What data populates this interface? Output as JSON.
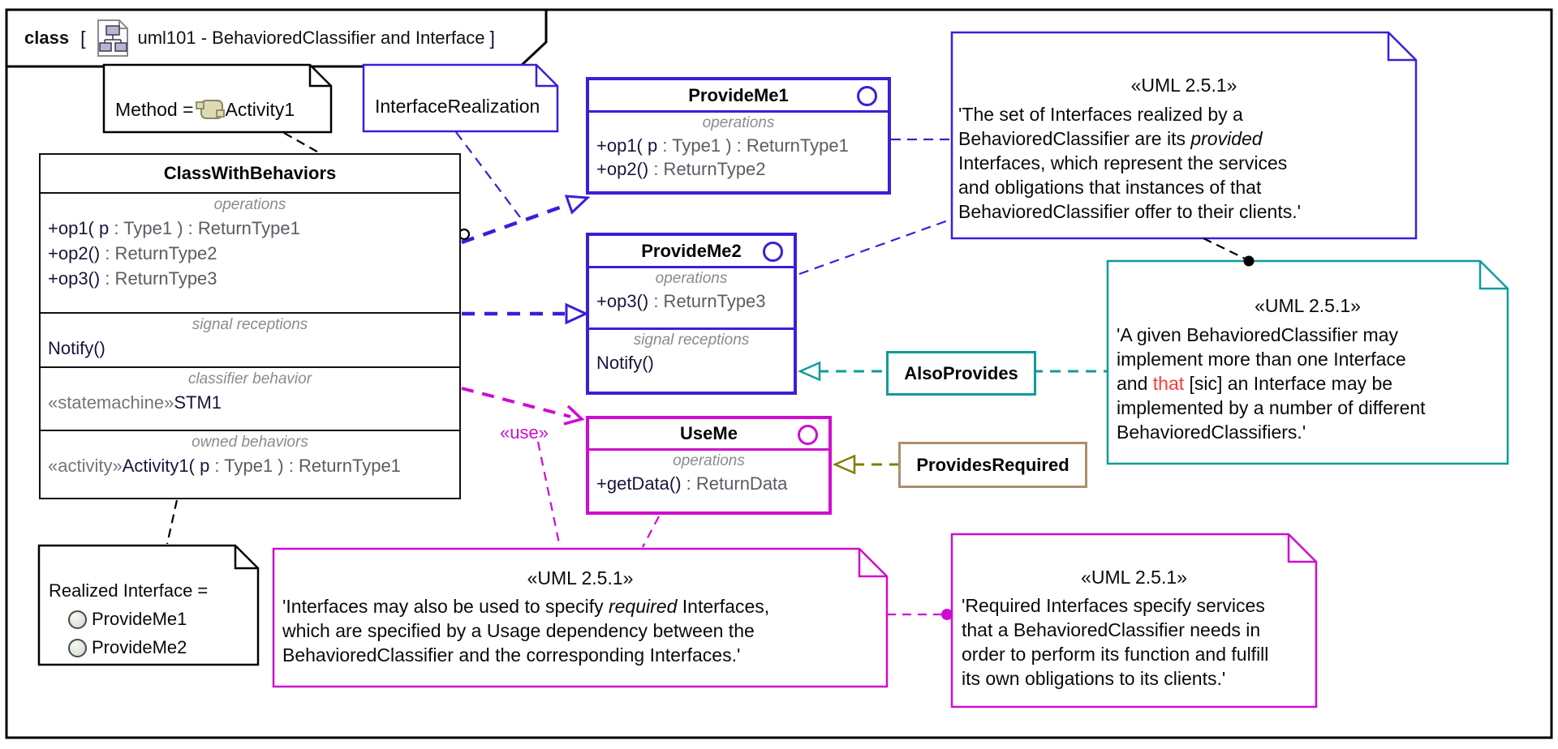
{
  "frame": {
    "keyword": "class",
    "open_bracket": "[",
    "close_bracket": "]",
    "diagram_name": "uml101 - BehavioredClassifier and Interface"
  },
  "classes": {
    "class_with_behaviors": {
      "name": "ClassWithBehaviors",
      "operations_label": "operations",
      "operations": [
        [
          {
            "t": "+op1( p",
            "s": "name"
          },
          {
            "t": " : Type1 ) : ReturnType1",
            "s": "type"
          }
        ],
        [
          {
            "t": "+op2()",
            "s": "name"
          },
          {
            "t": " : ReturnType2",
            "s": "type"
          }
        ],
        [
          {
            "t": "+op3()",
            "s": "name"
          },
          {
            "t": " : ReturnType3",
            "s": "type"
          }
        ]
      ],
      "signal_receptions_label": "signal receptions",
      "signal_receptions": [
        [
          {
            "t": "Notify()",
            "s": "name"
          }
        ]
      ],
      "classifier_behavior_label": "classifier behavior",
      "classifier_behavior": [
        [
          {
            "t": "«statemachine»",
            "s": "stereo"
          },
          {
            "t": "STM1",
            "s": "name"
          }
        ]
      ],
      "owned_behaviors_label": "owned behaviors",
      "owned_behaviors": [
        [
          {
            "t": "«activity»",
            "s": "stereo"
          },
          {
            "t": "Activity1( p",
            "s": "name"
          },
          {
            "t": " : Type1 ) : ReturnType1",
            "s": "type"
          }
        ]
      ]
    },
    "provide_me1": {
      "name": "ProvideMe1",
      "operations_label": "operations",
      "operations": [
        [
          {
            "t": "+op1( p",
            "s": "name"
          },
          {
            "t": " : Type1 ) : ReturnType1",
            "s": "type"
          }
        ],
        [
          {
            "t": "+op2()",
            "s": "name"
          },
          {
            "t": " : ReturnType2",
            "s": "type"
          }
        ]
      ]
    },
    "provide_me2": {
      "name": "ProvideMe2",
      "operations_label": "operations",
      "operations": [
        [
          {
            "t": "+op3()",
            "s": "name"
          },
          {
            "t": " : ReturnType3",
            "s": "type"
          }
        ]
      ],
      "signal_receptions_label": "signal receptions",
      "signal_receptions": [
        [
          {
            "t": "Notify()",
            "s": "name"
          }
        ]
      ]
    },
    "use_me": {
      "name": "UseMe",
      "operations_label": "operations",
      "operations": [
        [
          {
            "t": "+getData()",
            "s": "name"
          },
          {
            "t": " : ReturnData",
            "s": "type"
          }
        ]
      ]
    }
  },
  "dependency_labels": {
    "also_provides": "AlsoProvides",
    "provides_required": "ProvidesRequired",
    "use_stereotype": "«use»"
  },
  "notes": {
    "method": {
      "text": "Method = ",
      "value": "Activity1"
    },
    "interface_realization": {
      "text": "InterfaceRealization"
    },
    "provided_interfaces": {
      "stereotype": "«UML 2.5.1»",
      "lines": [
        [
          {
            "t": "'The set of Interfaces realized by a"
          }
        ],
        [
          {
            "t": "BehavioredClassifier are its "
          },
          {
            "t": "provided",
            "s": "italic"
          }
        ],
        [
          {
            "t": "Interfaces, which represent the services"
          }
        ],
        [
          {
            "t": "and obligations that instances of that"
          }
        ],
        [
          {
            "t": "BehavioredClassifier offer to their clients.'"
          }
        ]
      ]
    },
    "multiple_interfaces": {
      "stereotype": "«UML 2.5.1»",
      "lines": [
        [
          {
            "t": "'A given BehavioredClassifier may"
          }
        ],
        [
          {
            "t": "implement more than one Interface"
          }
        ],
        [
          {
            "t": "and "
          },
          {
            "t": "that",
            "s": "red"
          },
          {
            "t": " [sic] an Interface may be"
          }
        ],
        [
          {
            "t": "implemented by a number of different"
          }
        ],
        [
          {
            "t": "BehavioredClassifiers.'"
          }
        ]
      ]
    },
    "required_usage": {
      "stereotype": "«UML 2.5.1»",
      "lines": [
        [
          {
            "t": "'Interfaces may also be used to specify "
          },
          {
            "t": "required",
            "s": "italic"
          },
          {
            "t": " Interfaces,"
          }
        ],
        [
          {
            "t": "which are specified by a Usage dependency between the"
          }
        ],
        [
          {
            "t": "BehavioredClassifier and the corresponding Interfaces.'"
          }
        ]
      ]
    },
    "required_interfaces": {
      "stereotype": "«UML 2.5.1»",
      "lines": [
        [
          {
            "t": "'Required Interfaces specify services"
          }
        ],
        [
          {
            "t": "that a BehavioredClassifier needs in"
          }
        ],
        [
          {
            "t": "order to perform its function and fulfill"
          }
        ],
        [
          {
            "t": "its own obligations to its clients.'"
          }
        ]
      ]
    },
    "realized_interface": {
      "title": "Realized Interface =",
      "items": [
        {
          "label": "ProvideMe1"
        },
        {
          "label": "ProvideMe2"
        }
      ]
    }
  },
  "colors": {
    "realization_blue": "#3b1ed8",
    "usage_magenta": "#cf0ccf",
    "also_provides_teal": "#0f9b9b",
    "provides_required_olive": "#7e7e04",
    "provides_required_box_tan": "#ae8e6c",
    "member_name_navy": "#16163e",
    "member_type_gray": "#5b5b64",
    "stereotype_gray": "#74747c",
    "compartment_label_gray": "#8b8b8b",
    "sic_red": "#f63c3c"
  }
}
